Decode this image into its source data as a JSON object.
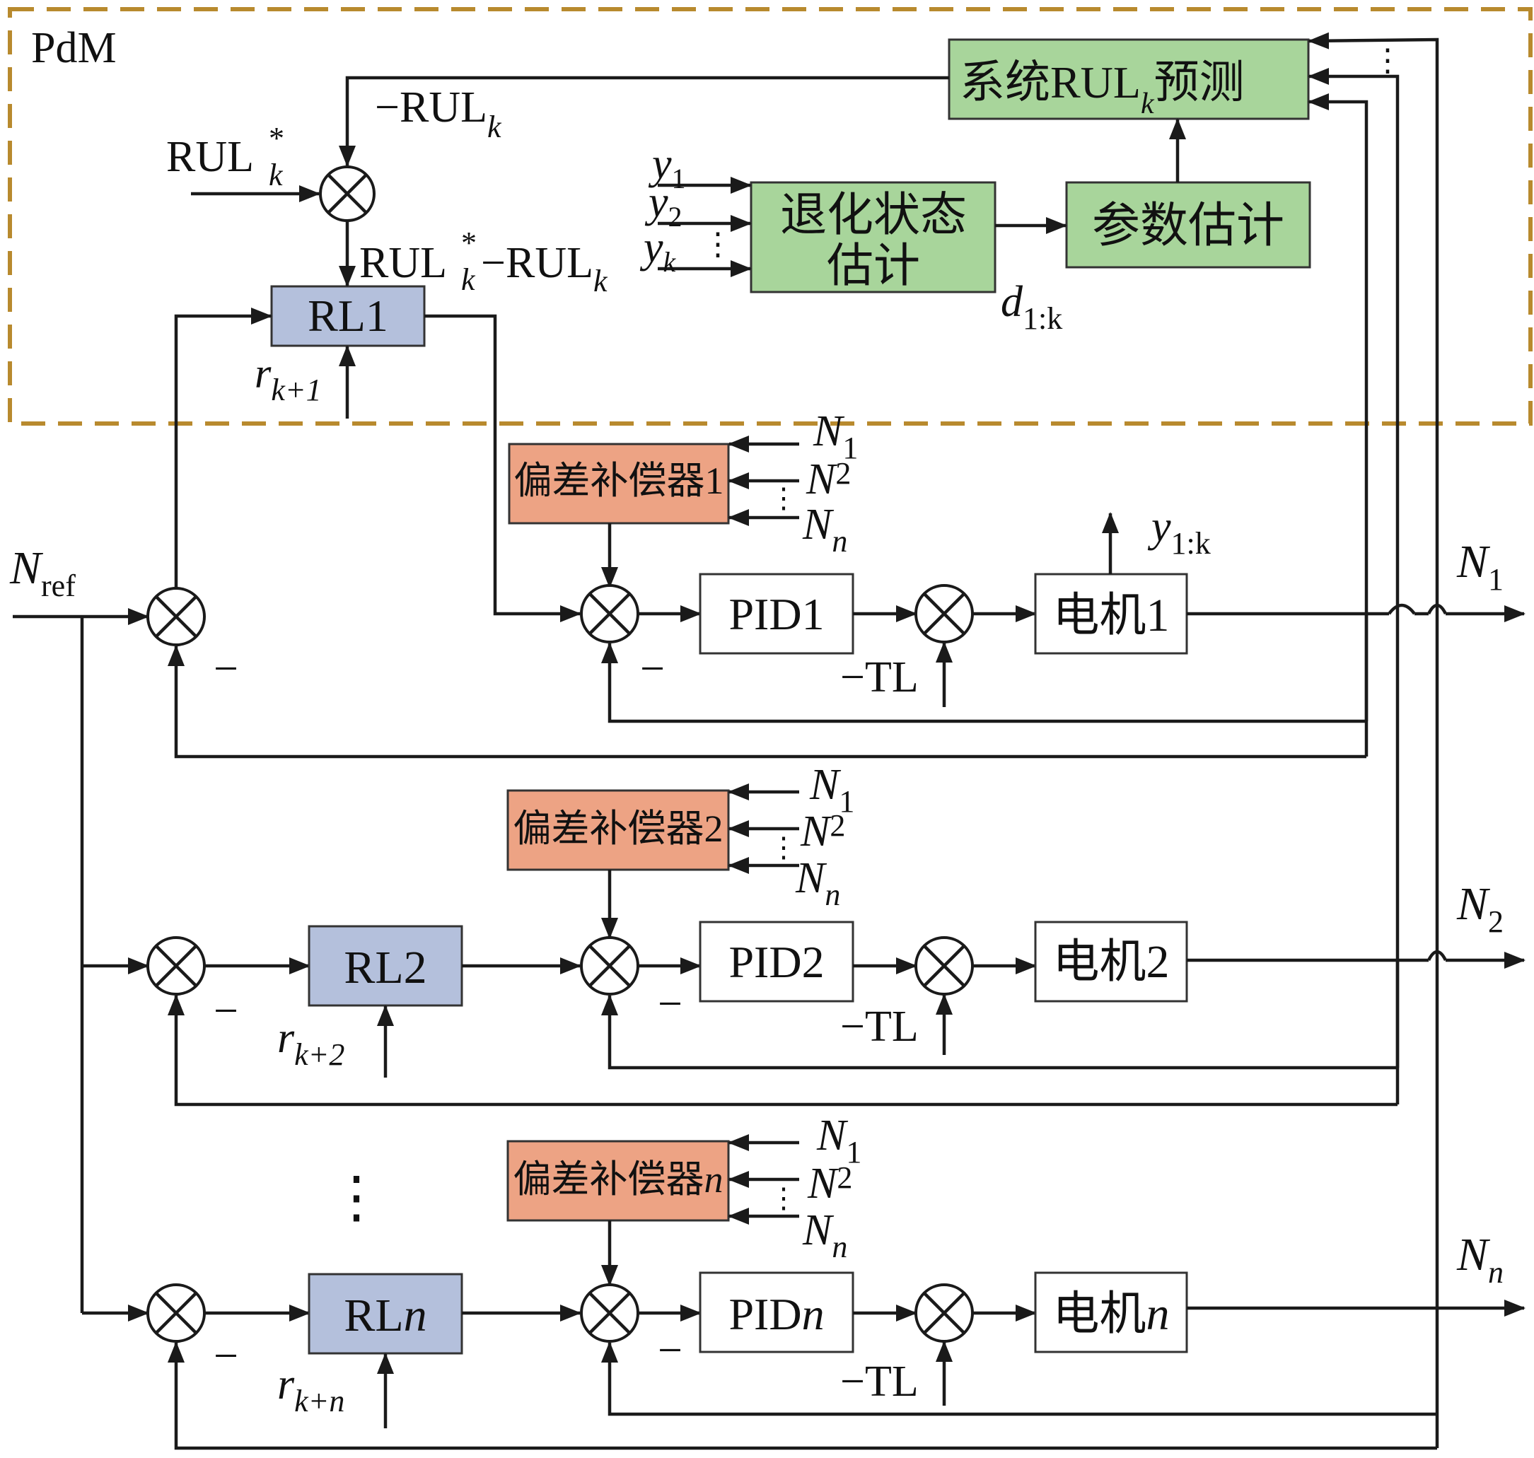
{
  "pdm_label": "PdM",
  "colors": {
    "dash": "#b88a2e",
    "green": "#a8d59b",
    "orange": "#eda384",
    "blue": "#b4c0dc"
  },
  "pdm": {
    "rul_predict": {
      "pre": "系统RUL",
      "sub": "k",
      "post": "预测"
    },
    "degradation_l1": "退化状态",
    "degradation_l2": "估计",
    "param_est": "参数估计",
    "rl1": "RL1",
    "minus_rul": "−RUL",
    "k": "k",
    "rul_star": "RUL",
    "star": "*",
    "diff_a": "RUL",
    "diff_b": "−RUL",
    "r_sym": "r",
    "r_sub_1": "k+1",
    "y": "y",
    "y1": "1",
    "y2": "2",
    "yk": "k",
    "d_sym": "d",
    "d_sub": "1:k",
    "vdots": "⋮"
  },
  "rows": [
    {
      "comp": "偏差补偿器1",
      "pid": "PID1",
      "motor": "电机1",
      "out_sub": "1"
    },
    {
      "comp": "偏差补偿器2",
      "pid": "PID2",
      "motor": "电机2",
      "rl": "RL2",
      "r_sub": "k+2",
      "out_sub": "2"
    },
    {
      "comp": "偏差补偿器",
      "comp_n": "n",
      "pid": "PID",
      "pid_n": "n",
      "motor": "电机",
      "motor_n": "n",
      "rl": "RL",
      "rl_n": "n",
      "r_sub": "k+n",
      "out_sub": "n"
    }
  ],
  "labels": {
    "N": "N",
    "n1": "1",
    "n2": "2",
    "nn": "n",
    "nref_sub": "ref",
    "minus": "−",
    "tl": "−TL",
    "y_out": "y",
    "y_out_sub": "1:k",
    "vdots": "⋮"
  }
}
